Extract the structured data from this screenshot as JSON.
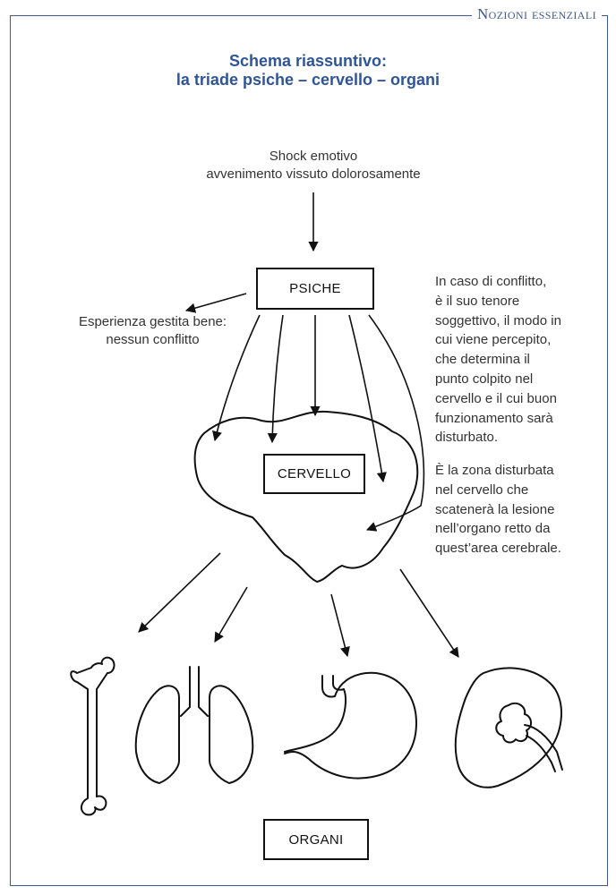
{
  "header": {
    "section_label": "Nozioni essenziali"
  },
  "title": {
    "line1": "Schema riassuntivo:",
    "line2": "la triade psiche – cervello – organi"
  },
  "trigger": {
    "line1": "Shock emotivo",
    "line2": "avvenimento vissuto dolorosamente"
  },
  "boxes": {
    "psiche": "PSICHE",
    "cervello": "CERVELLO",
    "organi": "ORGANI"
  },
  "side_note": {
    "lines": [
      "Esperienza gestita bene:",
      "nessun conflitto"
    ]
  },
  "explanation_1": {
    "lines": [
      "In caso di conflitto,",
      "è il suo tenore",
      "soggettivo, il modo in",
      "cui viene percepito,",
      "che determina il",
      "punto colpito nel",
      "cervello e il cui buon",
      "funzionamento sarà",
      "disturbato."
    ]
  },
  "explanation_2": {
    "lines": [
      "È la zona disturbata",
      "nel cervello che",
      "scatenerà la lesione",
      "nell’organo retto da",
      "quest’area cerebrale."
    ]
  },
  "organs": [
    "bone-icon",
    "lungs-icon",
    "stomach-icon",
    "kidney-icon"
  ],
  "colors": {
    "frame": "#3f5a8a",
    "title": "#2f5597",
    "lines": "#111111"
  }
}
